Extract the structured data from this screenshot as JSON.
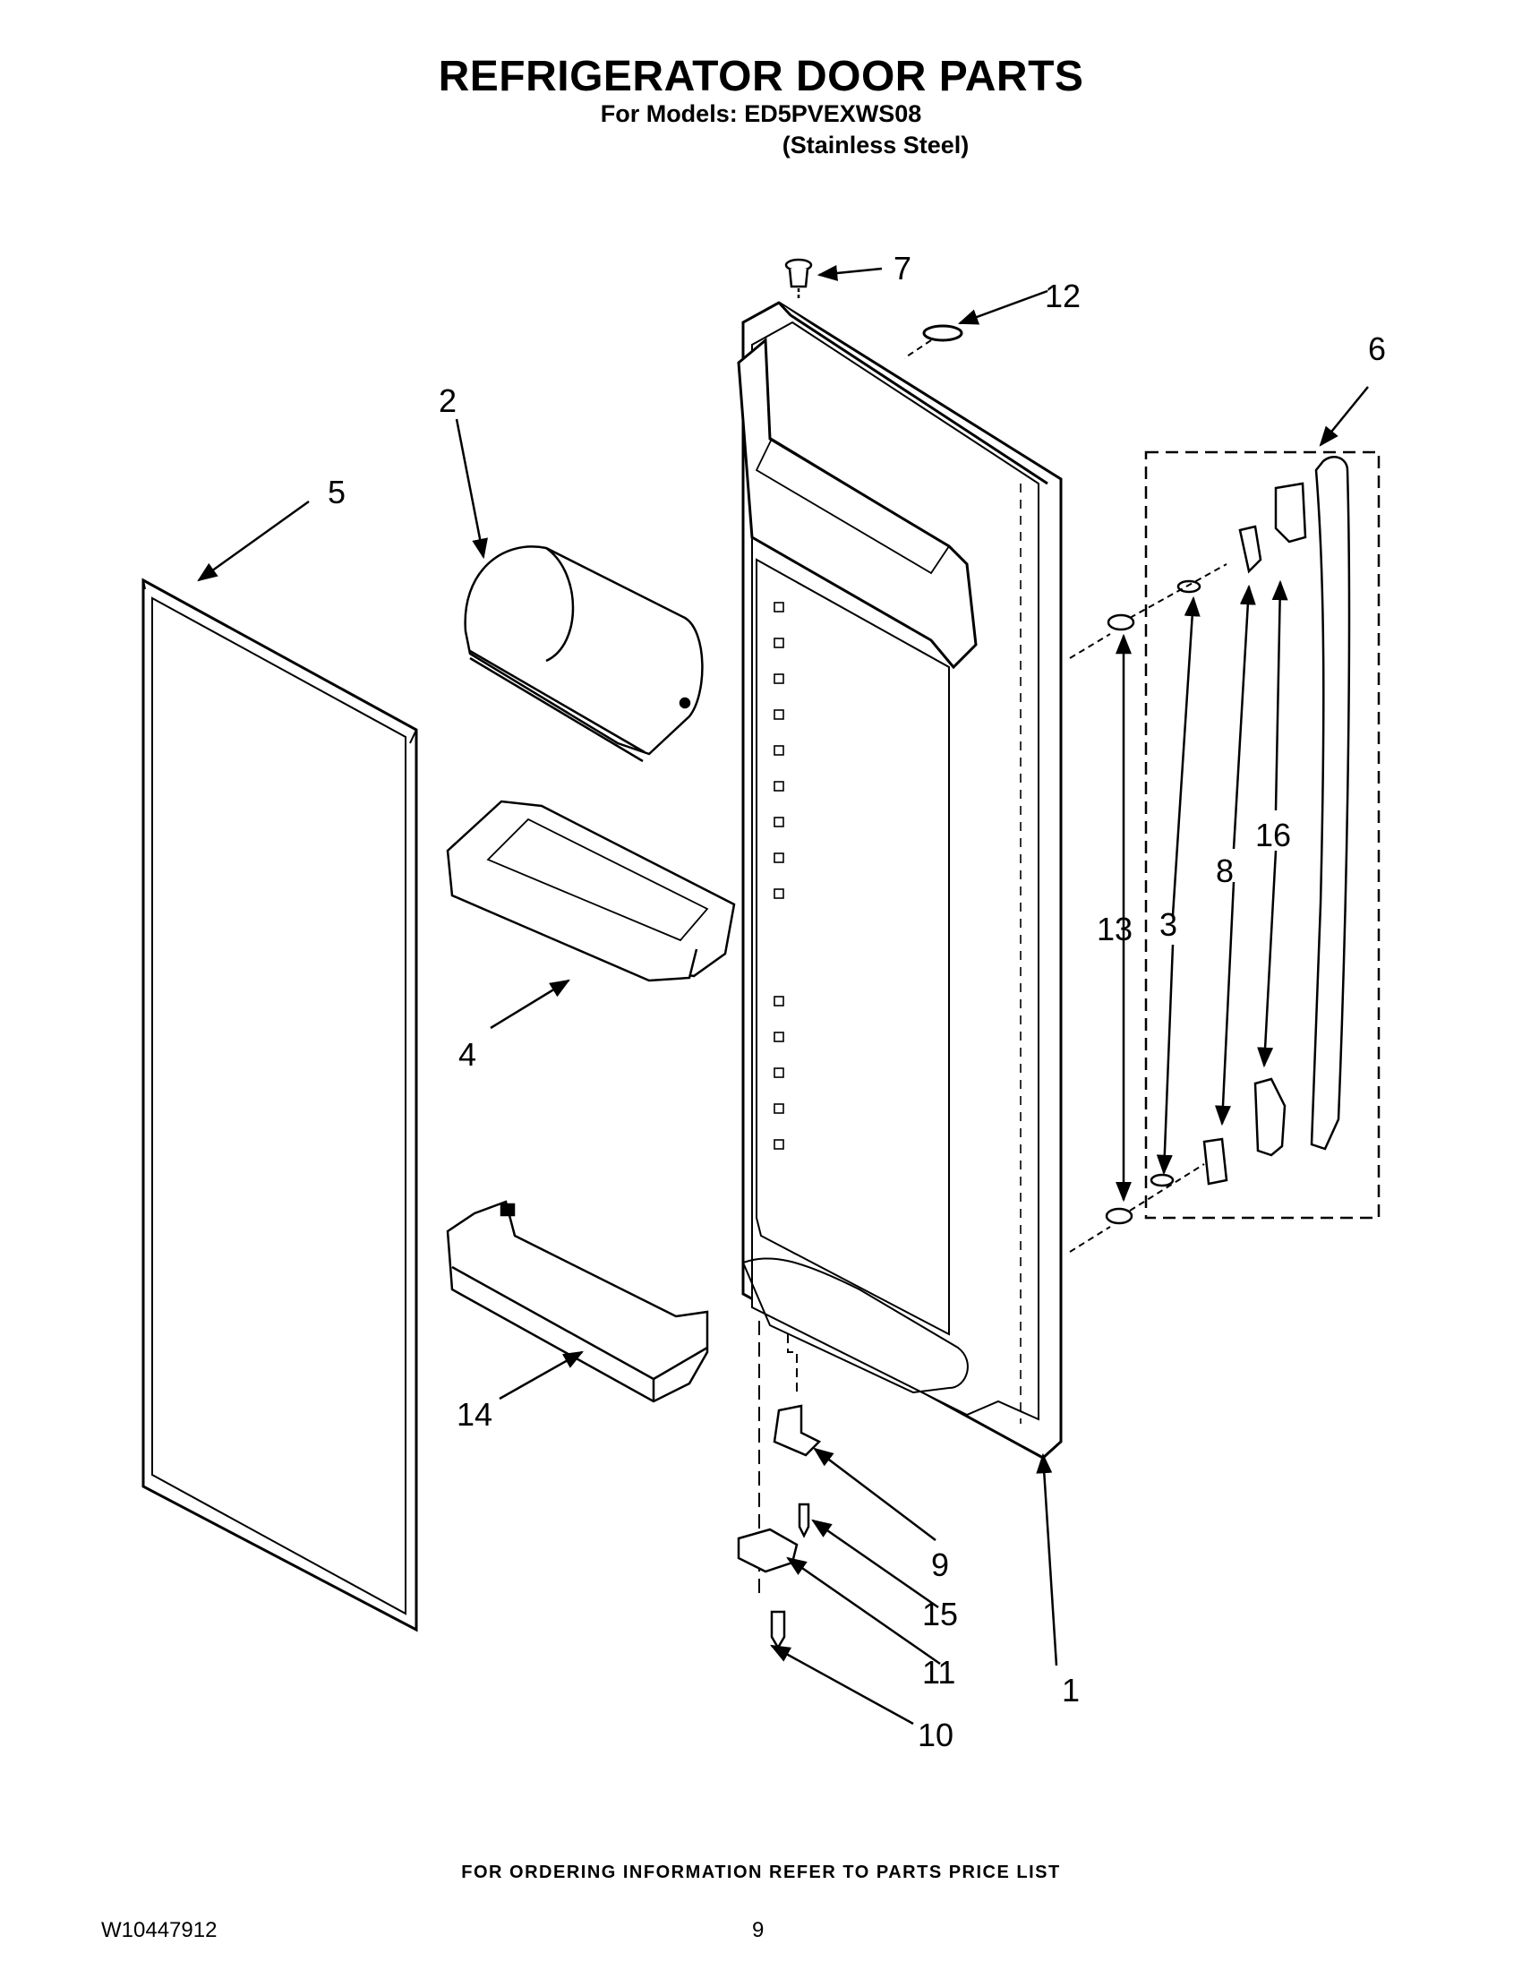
{
  "header": {
    "title": "REFRIGERATOR DOOR PARTS",
    "models": "For Models: ED5PVEXWS08",
    "finish": "(Stainless Steel)"
  },
  "callouts": {
    "c1": "1",
    "c2": "2",
    "c3": "3",
    "c4": "4",
    "c5": "5",
    "c6": "6",
    "c7": "7",
    "c8": "8",
    "c9": "9",
    "c10": "10",
    "c11": "11",
    "c12": "12",
    "c13": "13",
    "c14": "14",
    "c15": "15",
    "c16": "16"
  },
  "footer": {
    "order_note": "FOR ORDERING INFORMATION REFER TO PARTS PRICE LIST",
    "doc_number": "W10447912",
    "page_number": "9"
  }
}
